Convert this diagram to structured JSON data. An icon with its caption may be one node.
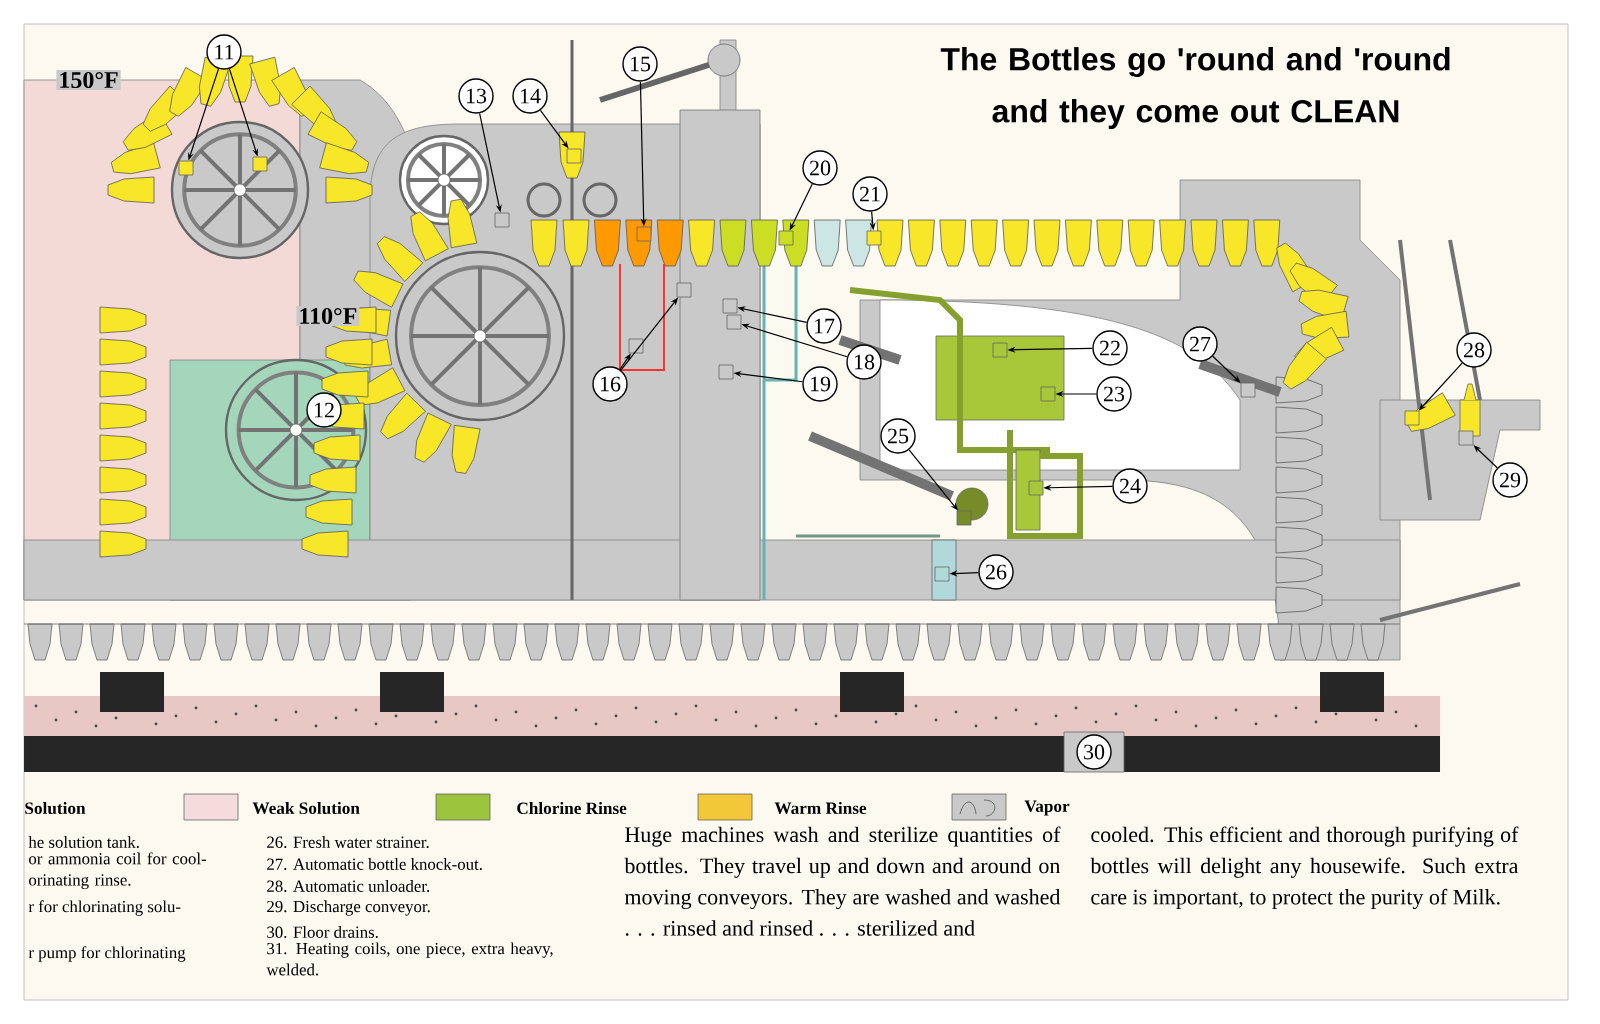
{
  "diagram": {
    "title": "The Bottles go 'round and 'round and they come out CLEAN",
    "nodes": [
      {
        "text": [
          "11"
        ]
      },
      {
        "text": [
          "12"
        ]
      },
      {
        "text": [
          "13"
        ]
      },
      {
        "text": [
          "14"
        ]
      },
      {
        "text": [
          "15"
        ]
      },
      {
        "text": [
          "16"
        ]
      },
      {
        "text": [
          "17"
        ]
      },
      {
        "text": [
          "18"
        ]
      },
      {
        "text": [
          "19"
        ]
      },
      {
        "text": [
          "20"
        ]
      },
      {
        "text": [
          "21"
        ]
      },
      {
        "text": [
          "22"
        ]
      },
      {
        "text": [
          "23"
        ]
      },
      {
        "text": [
          "24"
        ]
      },
      {
        "text": [
          "25"
        ]
      },
      {
        "text": [
          "26"
        ]
      },
      {
        "text": [
          "27"
        ]
      },
      {
        "text": [
          "28"
        ]
      },
      {
        "text": [
          "29"
        ]
      },
      {
        "text": [
          "30"
        ]
      },
      {
        "text": [],
        "shape": "box"
      },
      {
        "text": [],
        "shape": "box"
      },
      {
        "text": [],
        "shape": "box"
      },
      {
        "text": [],
        "shape": "box"
      },
      {
        "text": [],
        "shape": "box"
      },
      {
        "text": [],
        "shape": "box"
      },
      {
        "text": [],
        "shape": "box"
      },
      {
        "text": [],
        "shape": "box"
      },
      {
        "text": [],
        "shape": "box"
      },
      {
        "text": [],
        "shape": "box"
      },
      {
        "text": [],
        "shape": "box"
      },
      {
        "text": [],
        "shape": "box"
      },
      {
        "text": [],
        "shape": "box"
      },
      {
        "text": [],
        "shape": "box"
      },
      {
        "text": [],
        "shape": "box"
      },
      {
        "text": [],
        "shape": "box"
      },
      {
        "text": [],
        "shape": "box"
      },
      {
        "text": [],
        "shape": "box"
      },
      {
        "text": [],
        "shape": "box"
      },
      {
        "text": [],
        "shape": "box"
      }
    ],
    "edges": [
      {
        "from": 0,
        "to": 20,
        "arrow": "to"
      },
      {
        "from": 0,
        "to": 21,
        "arrow": "to"
      },
      {
        "from": 2,
        "to": 22,
        "arrow": "to"
      },
      {
        "from": 3,
        "to": 23,
        "arrow": "to"
      },
      {
        "from": 4,
        "to": 24,
        "arrow": "to"
      },
      {
        "from": 5,
        "to": 25,
        "arrow": "to"
      },
      {
        "from": 5,
        "to": 26,
        "arrow": "to"
      },
      {
        "from": 6,
        "to": 27,
        "arrow": "to"
      },
      {
        "from": 7,
        "to": 28,
        "arrow": "to"
      },
      {
        "from": 8,
        "to": 29,
        "arrow": "to"
      },
      {
        "from": 9,
        "to": 30,
        "arrow": "to"
      },
      {
        "from": 10,
        "to": 31,
        "arrow": "to"
      },
      {
        "from": 11,
        "to": 32,
        "arrow": "to"
      },
      {
        "from": 12,
        "to": 33,
        "arrow": "to"
      },
      {
        "from": 13,
        "to": 34,
        "arrow": "to"
      },
      {
        "from": 14,
        "to": 35,
        "arrow": "to"
      },
      {
        "from": 15,
        "to": 36,
        "arrow": "to"
      },
      {
        "from": 16,
        "to": 37,
        "arrow": "to"
      },
      {
        "from": 17,
        "to": 38,
        "arrow": "to"
      },
      {
        "from": 18,
        "to": 39,
        "arrow": "to"
      }
    ],
    "labels": [
      "150°F",
      "110°F",
      "he solution tank.",
      "or ammonia coil for cool- orinating rinse.",
      "r for chlorinating solu-",
      "r pump for chlorinating",
      "26. Fresh water strainer.",
      "27. Automatic bottle knock-out.",
      "28. Automatic unloader.",
      "29. Discharge conveyor.",
      "30. Floor drains.",
      "31. Heating coils, one piece, extra heavy, welded.",
      "Huge machines wash and sterilize quantities of bottles. They travel up and down and around on moving conveyors. They are washed and washed . . . rinsed and rinsed . . . sterilized and",
      "cooled. This efficient and thorough purifying of bottles will delight any housewife. Such extra care is important, to protect the purity of Milk."
    ],
    "legend": [
      {
        "text": "Solution"
      },
      {
        "text": "Weak Solution",
        "color": "#f4dcdc"
      },
      {
        "text": "Chlorine Rinse",
        "color": "#9cc43c"
      },
      {
        "text": "Warm Rinse",
        "color": "#f2c838"
      },
      {
        "text": "Vapor"
      }
    ]
  }
}
